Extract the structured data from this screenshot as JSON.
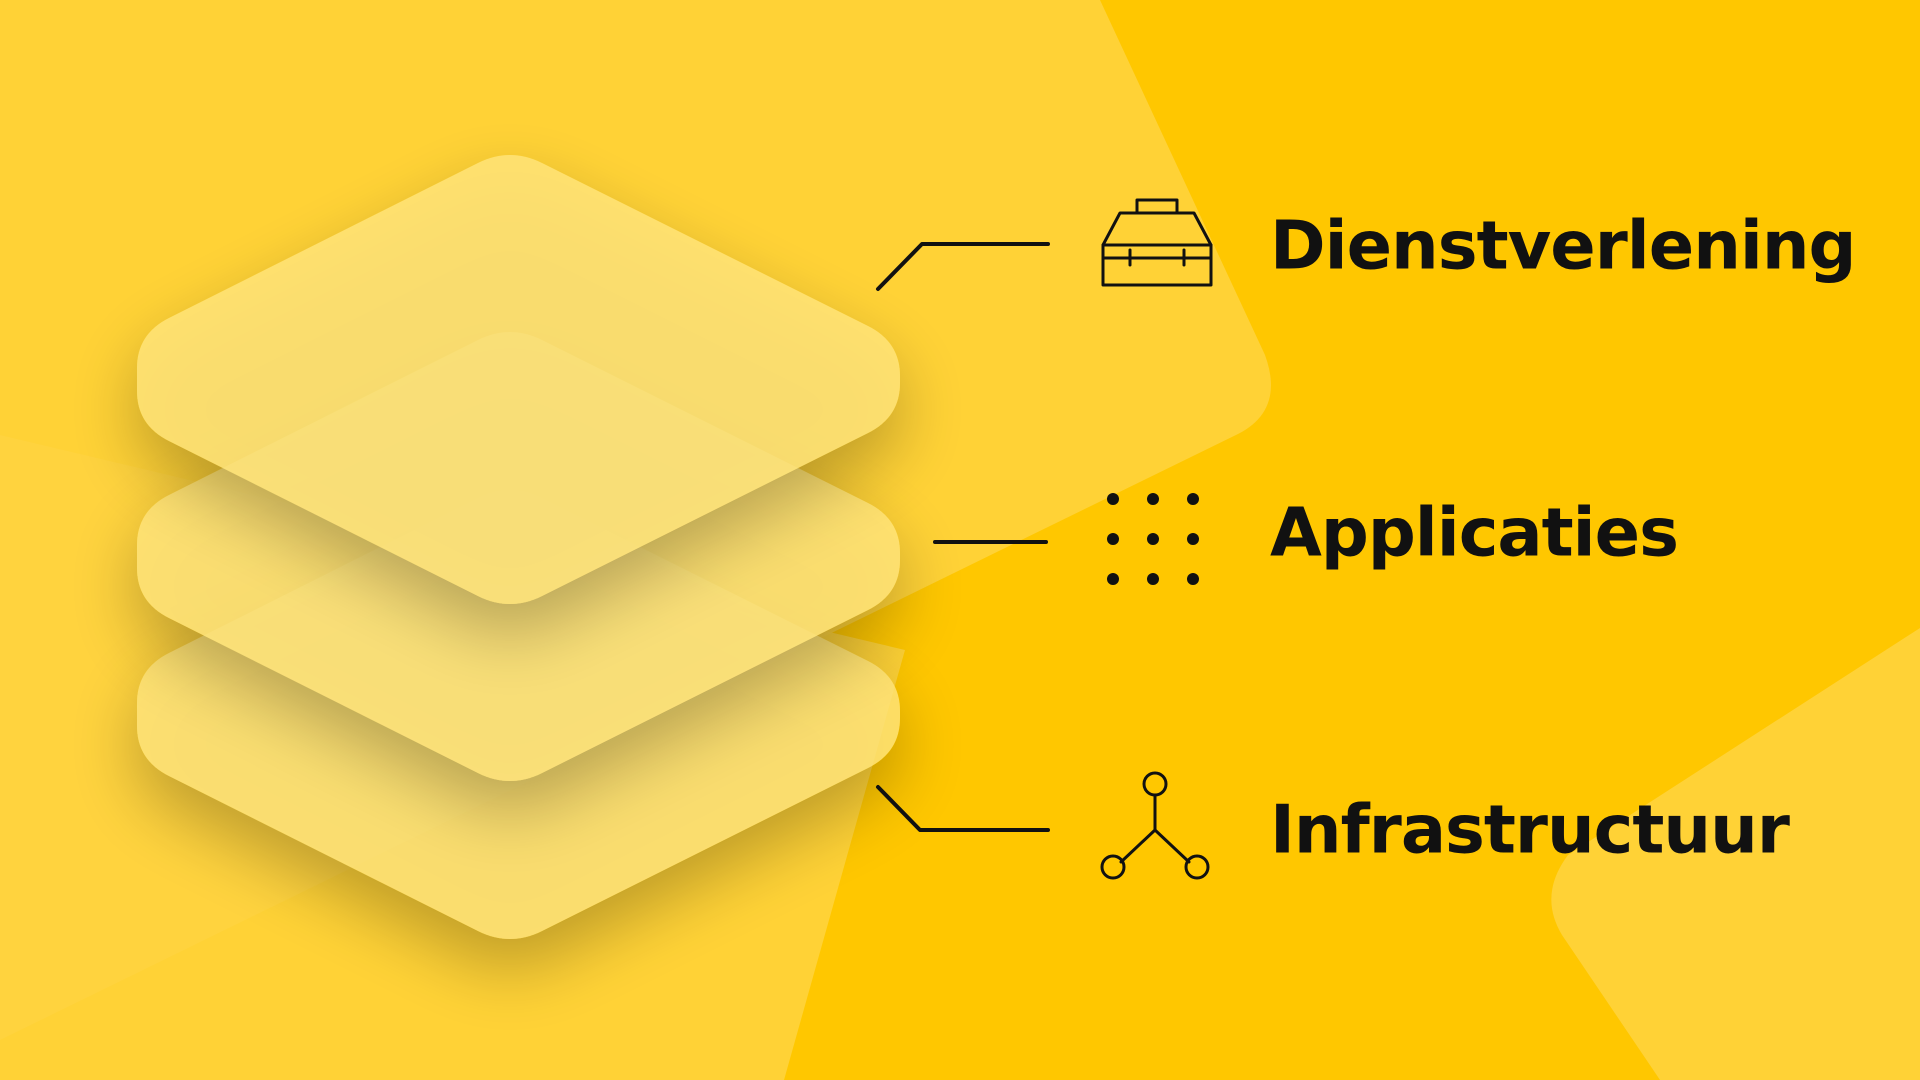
{
  "colors": {
    "background": "#FFC700",
    "background_shape": "#FFD43F",
    "layer_fill": "#FFE57C",
    "ink": "#111111"
  },
  "layers": [
    {
      "id": "dienstverlening",
      "label": "Dienstverlening",
      "icon": "toolbox-icon"
    },
    {
      "id": "applicaties",
      "label": "Applicaties",
      "icon": "dot-grid-icon"
    },
    {
      "id": "infrastructuur",
      "label": "Infrastructuur",
      "icon": "network-nodes-icon"
    }
  ]
}
